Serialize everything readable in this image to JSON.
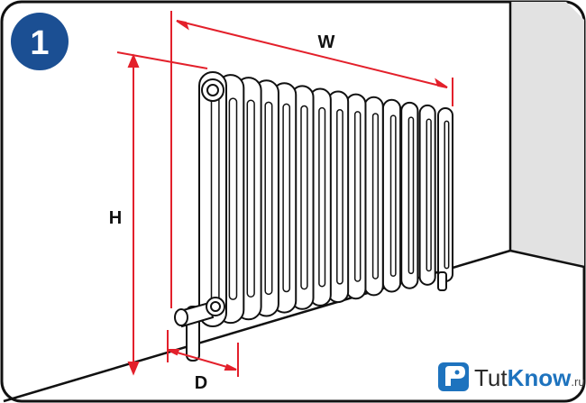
{
  "figure": {
    "step_number": "1",
    "dimensions": {
      "width_label": "W",
      "height_label": "H",
      "depth_label": "D"
    },
    "brand": {
      "name_part1": "Tut",
      "name_part2": "Know",
      "domain": ".ru",
      "icon": "pen-nib-logo-icon"
    },
    "colors": {
      "dimension_line": "#e3202b",
      "badge": "#1b4f93",
      "outline": "#111111",
      "wall": "#e2e2e2",
      "radiator_fill": "#ffffff"
    },
    "radiator": {
      "section_count": 14
    }
  }
}
